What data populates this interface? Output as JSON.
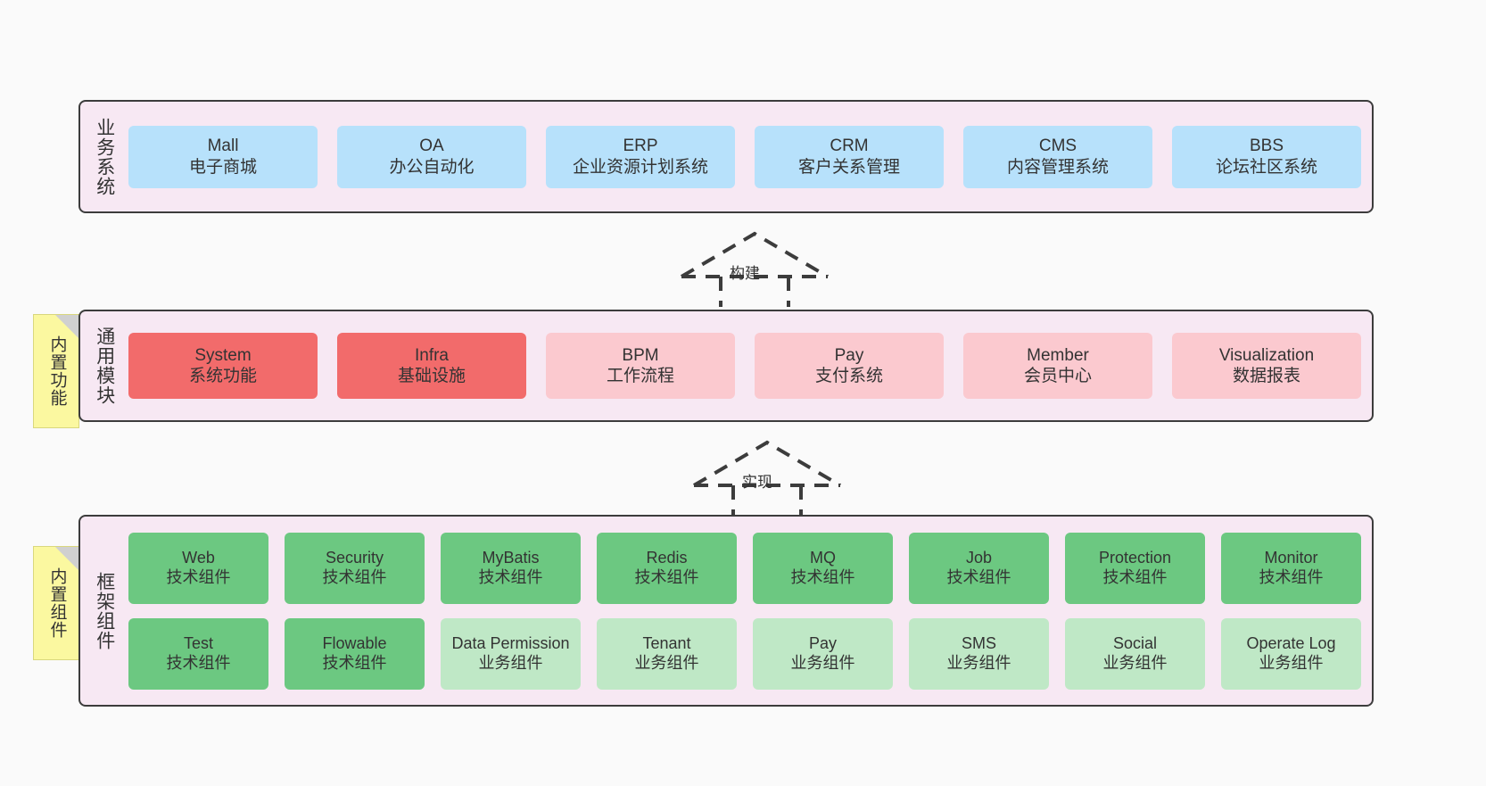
{
  "diagram": {
    "background_color": "#fafafa",
    "layer_fill": "#f7e8f3",
    "layer_border": "#3c3c3c",
    "note_fill": "#fbf8a0"
  },
  "layers": [
    {
      "id": "business",
      "title": "业务系统",
      "color": "#b7e1fb",
      "rows": [
        {
          "cards": [
            {
              "title": "Mall",
              "subtitle": "电子商城",
              "style": "c-blue"
            },
            {
              "title": "OA",
              "subtitle": "办公自动化",
              "style": "c-blue"
            },
            {
              "title": "ERP",
              "subtitle": "企业资源计划系统",
              "style": "c-blue"
            },
            {
              "title": "CRM",
              "subtitle": "客户关系管理",
              "style": "c-blue"
            },
            {
              "title": "CMS",
              "subtitle": "内容管理系统",
              "style": "c-blue"
            },
            {
              "title": "BBS",
              "subtitle": "论坛社区系统",
              "style": "c-blue"
            }
          ]
        }
      ]
    },
    {
      "id": "common",
      "title": "通用模块",
      "note": "内置功能",
      "rows": [
        {
          "cards": [
            {
              "title": "System",
              "subtitle": "系统功能",
              "style": "c-red"
            },
            {
              "title": "Infra",
              "subtitle": "基础设施",
              "style": "c-red"
            },
            {
              "title": "BPM",
              "subtitle": "工作流程",
              "style": "c-pink"
            },
            {
              "title": "Pay",
              "subtitle": "支付系统",
              "style": "c-pink"
            },
            {
              "title": "Member",
              "subtitle": "会员中心",
              "style": "c-pink"
            },
            {
              "title": "Visualization",
              "subtitle": "数据报表",
              "style": "c-pink"
            }
          ]
        }
      ]
    },
    {
      "id": "framework",
      "title": "框架组件",
      "note": "内置组件",
      "rows": [
        {
          "cards": [
            {
              "title": "Web",
              "subtitle": "技术组件",
              "style": "c-green"
            },
            {
              "title": "Security",
              "subtitle": "技术组件",
              "style": "c-green"
            },
            {
              "title": "MyBatis",
              "subtitle": "技术组件",
              "style": "c-green"
            },
            {
              "title": "Redis",
              "subtitle": "技术组件",
              "style": "c-green"
            },
            {
              "title": "MQ",
              "subtitle": "技术组件",
              "style": "c-green"
            },
            {
              "title": "Job",
              "subtitle": "技术组件",
              "style": "c-green"
            },
            {
              "title": "Protection",
              "subtitle": "技术组件",
              "style": "c-green"
            },
            {
              "title": "Monitor",
              "subtitle": "技术组件",
              "style": "c-green"
            }
          ]
        },
        {
          "cards": [
            {
              "title": "Test",
              "subtitle": "技术组件",
              "style": "c-green"
            },
            {
              "title": "Flowable",
              "subtitle": "技术组件",
              "style": "c-green"
            },
            {
              "title": "Data Permission",
              "subtitle": "业务组件",
              "style": "c-lightgreen"
            },
            {
              "title": "Tenant",
              "subtitle": "业务组件",
              "style": "c-lightgreen"
            },
            {
              "title": "Pay",
              "subtitle": "业务组件",
              "style": "c-lightgreen"
            },
            {
              "title": "SMS",
              "subtitle": "业务组件",
              "style": "c-lightgreen"
            },
            {
              "title": "Social",
              "subtitle": "业务组件",
              "style": "c-lightgreen"
            },
            {
              "title": "Operate Log",
              "subtitle": "业务组件",
              "style": "c-lightgreen"
            }
          ]
        }
      ]
    }
  ],
  "connectors": [
    {
      "id": "build",
      "label": "构建",
      "from": "common",
      "to": "business",
      "style": "dashed-generalization"
    },
    {
      "id": "implement",
      "label": "实现",
      "from": "framework",
      "to": "common",
      "style": "dashed-generalization"
    }
  ]
}
